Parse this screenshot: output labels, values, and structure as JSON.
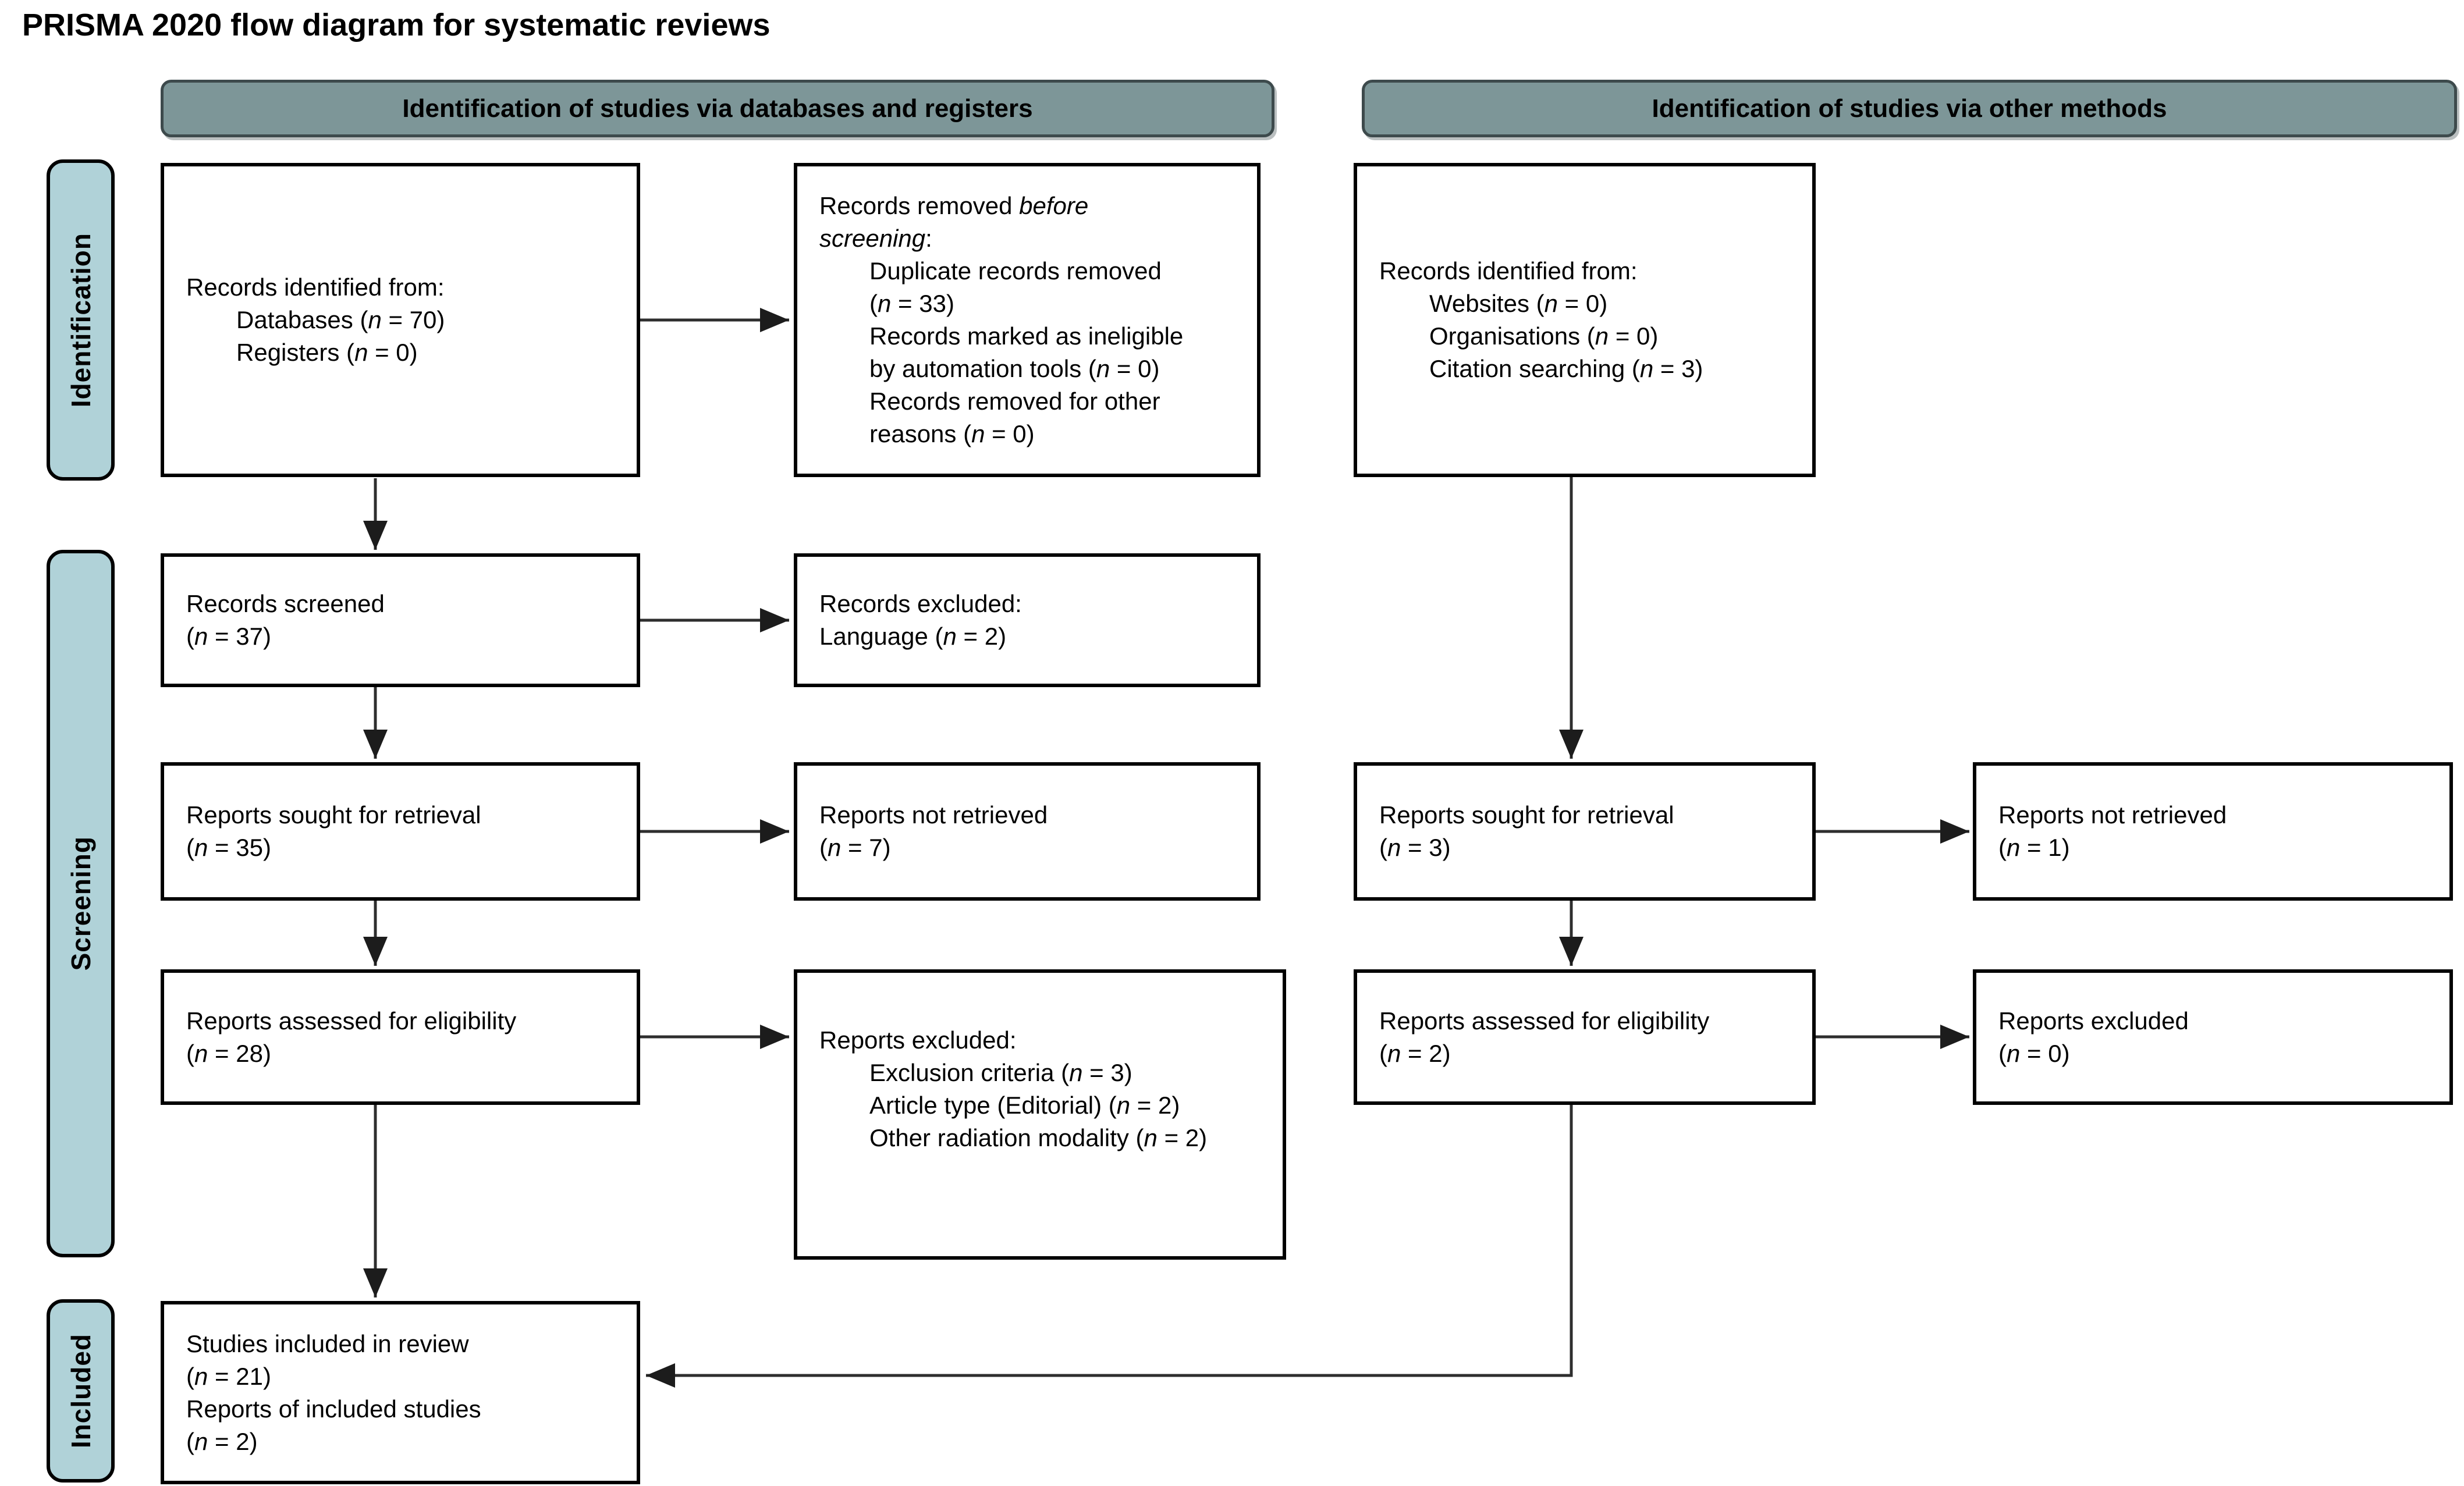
{
  "title": "PRISMA 2020 flow diagram for systematic reviews",
  "colors": {
    "header_fill": "#7d9698",
    "header_border": "#3d4a4c",
    "sidebar_fill": "#b0d2d8",
    "box_border": "#000000",
    "arrow": "#2e2e2e"
  },
  "headers": {
    "databases": "Identification of studies via databases and registers",
    "other": "Identification of studies via other methods"
  },
  "stages": {
    "identification": "Identification",
    "screening": "Screening",
    "included": "Included"
  },
  "boxes": {
    "records_identified_db": {
      "lines": [
        {
          "ind": 0,
          "runs": [
            [
              "Records identified from:",
              0
            ]
          ]
        },
        {
          "ind": 1,
          "runs": [
            [
              "Databases (",
              0
            ],
            [
              "n",
              1
            ],
            [
              " = 70)",
              0
            ]
          ]
        },
        {
          "ind": 1,
          "runs": [
            [
              "Registers (",
              0
            ],
            [
              "n",
              1
            ],
            [
              " = 0)",
              0
            ]
          ]
        }
      ]
    },
    "records_removed": {
      "lines": [
        {
          "ind": 0,
          "runs": [
            [
              "Records removed ",
              0
            ],
            [
              "before",
              1
            ]
          ]
        },
        {
          "ind": 0,
          "runs": [
            [
              "screening",
              1
            ],
            [
              ":",
              0
            ]
          ]
        },
        {
          "ind": 1,
          "runs": [
            [
              "Duplicate records removed",
              0
            ]
          ]
        },
        {
          "ind": 1,
          "runs": [
            [
              "(",
              0
            ],
            [
              "n",
              1
            ],
            [
              " = 33)",
              0
            ]
          ]
        },
        {
          "ind": 1,
          "runs": [
            [
              "Records marked as ineligible",
              0
            ]
          ]
        },
        {
          "ind": 1,
          "runs": [
            [
              "by automation tools (",
              0
            ],
            [
              "n",
              1
            ],
            [
              " = 0)",
              0
            ]
          ]
        },
        {
          "ind": 1,
          "runs": [
            [
              "Records removed for other",
              0
            ]
          ]
        },
        {
          "ind": 1,
          "runs": [
            [
              "reasons (",
              0
            ],
            [
              "n",
              1
            ],
            [
              " = 0)",
              0
            ]
          ]
        }
      ]
    },
    "records_identified_other": {
      "lines": [
        {
          "ind": 0,
          "runs": [
            [
              "Records identified from:",
              0
            ]
          ]
        },
        {
          "ind": 1,
          "runs": [
            [
              "Websites (",
              0
            ],
            [
              "n",
              1
            ],
            [
              " = 0)",
              0
            ]
          ]
        },
        {
          "ind": 1,
          "runs": [
            [
              "Organisations (",
              0
            ],
            [
              "n",
              1
            ],
            [
              " = 0)",
              0
            ]
          ]
        },
        {
          "ind": 1,
          "runs": [
            [
              "Citation searching (",
              0
            ],
            [
              "n",
              1
            ],
            [
              " = 3)",
              0
            ]
          ]
        }
      ]
    },
    "records_screened": {
      "lines": [
        {
          "ind": 0,
          "runs": [
            [
              "Records screened",
              0
            ]
          ]
        },
        {
          "ind": 0,
          "runs": [
            [
              "(",
              0
            ],
            [
              "n",
              1
            ],
            [
              " = 37)",
              0
            ]
          ]
        }
      ]
    },
    "records_excluded": {
      "lines": [
        {
          "ind": 0,
          "runs": [
            [
              "Records excluded:",
              0
            ]
          ]
        },
        {
          "ind": 0,
          "runs": [
            [
              "Language (",
              0
            ],
            [
              "n",
              1
            ],
            [
              " = 2)",
              0
            ]
          ]
        }
      ]
    },
    "reports_sought_db": {
      "lines": [
        {
          "ind": 0,
          "runs": [
            [
              "Reports sought for retrieval",
              0
            ]
          ]
        },
        {
          "ind": 0,
          "runs": [
            [
              "(",
              0
            ],
            [
              "n",
              1
            ],
            [
              " = 35)",
              0
            ]
          ]
        }
      ]
    },
    "reports_not_retrieved_db": {
      "lines": [
        {
          "ind": 0,
          "runs": [
            [
              "Reports not retrieved",
              0
            ]
          ]
        },
        {
          "ind": 0,
          "runs": [
            [
              "(",
              0
            ],
            [
              "n",
              1
            ],
            [
              " = 7)",
              0
            ]
          ]
        }
      ]
    },
    "reports_sought_other": {
      "lines": [
        {
          "ind": 0,
          "runs": [
            [
              "Reports sought for retrieval",
              0
            ]
          ]
        },
        {
          "ind": 0,
          "runs": [
            [
              "(",
              0
            ],
            [
              "n",
              1
            ],
            [
              " = 3)",
              0
            ]
          ]
        }
      ]
    },
    "reports_not_retrieved_other": {
      "lines": [
        {
          "ind": 0,
          "runs": [
            [
              "Reports not retrieved",
              0
            ]
          ]
        },
        {
          "ind": 0,
          "runs": [
            [
              "(",
              0
            ],
            [
              "n",
              1
            ],
            [
              " = 1)",
              0
            ]
          ]
        }
      ]
    },
    "reports_assessed_db": {
      "lines": [
        {
          "ind": 0,
          "runs": [
            [
              "Reports assessed for eligibility",
              0
            ]
          ]
        },
        {
          "ind": 0,
          "runs": [
            [
              "(",
              0
            ],
            [
              "n",
              1
            ],
            [
              " = 28)",
              0
            ]
          ]
        }
      ]
    },
    "reports_excluded_db": {
      "lines": [
        {
          "ind": 0,
          "runs": [
            [
              "Reports excluded:",
              0
            ]
          ]
        },
        {
          "ind": 1,
          "runs": [
            [
              "Exclusion criteria (",
              0
            ],
            [
              "n",
              1
            ],
            [
              " = 3)",
              0
            ]
          ]
        },
        {
          "ind": 1,
          "runs": [
            [
              "Article type (Editorial) (",
              0
            ],
            [
              "n",
              1
            ],
            [
              " = 2)",
              0
            ]
          ]
        },
        {
          "ind": 1,
          "runs": [
            [
              "Other radiation modality (",
              0
            ],
            [
              "n",
              1
            ],
            [
              " = 2)",
              0
            ]
          ]
        }
      ]
    },
    "reports_assessed_other": {
      "lines": [
        {
          "ind": 0,
          "runs": [
            [
              "Reports assessed for eligibility",
              0
            ]
          ]
        },
        {
          "ind": 0,
          "runs": [
            [
              "(",
              0
            ],
            [
              "n",
              1
            ],
            [
              " = 2)",
              0
            ]
          ]
        }
      ]
    },
    "reports_excluded_other": {
      "lines": [
        {
          "ind": 0,
          "runs": [
            [
              "Reports excluded",
              0
            ]
          ]
        },
        {
          "ind": 0,
          "runs": [
            [
              "(",
              0
            ],
            [
              "n",
              1
            ],
            [
              " = 0)",
              0
            ]
          ]
        }
      ]
    },
    "studies_included": {
      "lines": [
        {
          "ind": 0,
          "runs": [
            [
              "Studies included in review",
              0
            ]
          ]
        },
        {
          "ind": 0,
          "runs": [
            [
              "(",
              0
            ],
            [
              "n",
              1
            ],
            [
              " = 21)",
              0
            ]
          ]
        },
        {
          "ind": 0,
          "runs": [
            [
              "Reports of included studies",
              0
            ]
          ]
        },
        {
          "ind": 0,
          "runs": [
            [
              "(",
              0
            ],
            [
              "n",
              1
            ],
            [
              " = 2)",
              0
            ]
          ]
        }
      ]
    }
  }
}
